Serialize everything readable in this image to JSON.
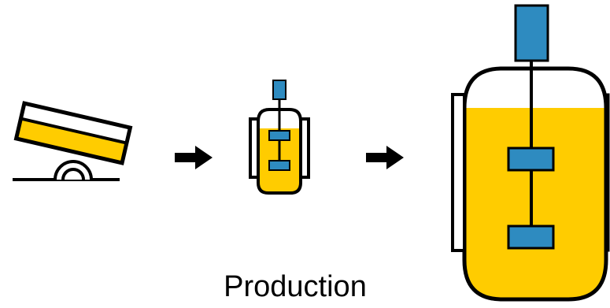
{
  "caption": "Production",
  "stages": [
    {
      "id": "flask-shaker",
      "icon": "tilted-flask-on-shaker-icon"
    },
    {
      "id": "small-bioreactor",
      "icon": "small-bioreactor-icon"
    },
    {
      "id": "large-bioreactor",
      "icon": "large-bioreactor-icon"
    }
  ],
  "arrows": [
    "right-arrow-icon",
    "right-arrow-icon"
  ],
  "colors": {
    "liquid": "#FFCC00",
    "impeller": "#2E8BC0",
    "outline": "#000000",
    "background": "#FFFFFF"
  }
}
